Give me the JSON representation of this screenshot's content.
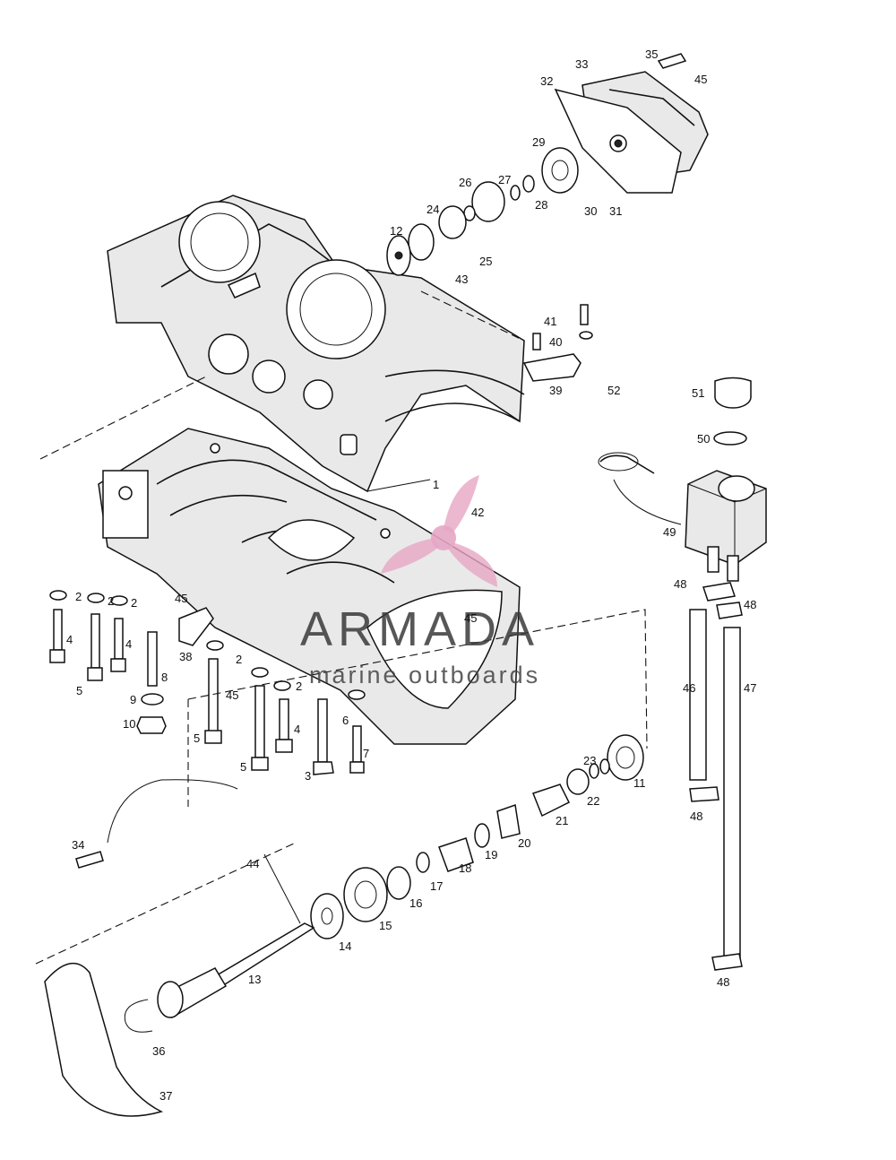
{
  "watermark": {
    "title": "ARMADA",
    "subtitle": "marine outboards",
    "logo_color": "#e6a6c4"
  },
  "callouts": {
    "c1": "1",
    "c2a": "2",
    "c2b": "2",
    "c2c": "2",
    "c2d": "2",
    "c2e": "2",
    "c3": "3",
    "c4a": "4",
    "c4b": "4",
    "c4c": "4",
    "c5a": "5",
    "c5b": "5",
    "c5c": "5",
    "c6": "6",
    "c7": "7",
    "c8": "8",
    "c9": "9",
    "c10": "10",
    "c11": "11",
    "c12": "12",
    "c13": "13",
    "c14": "14",
    "c15": "15",
    "c16": "16",
    "c17": "17",
    "c18": "18",
    "c19": "19",
    "c20": "20",
    "c21": "21",
    "c22": "22",
    "c23": "23",
    "c24": "24",
    "c25": "25",
    "c26": "26",
    "c27": "27",
    "c28": "28",
    "c29": "29",
    "c30": "30",
    "c31": "31",
    "c32": "32",
    "c33": "33",
    "c34": "34",
    "c35": "35",
    "c36": "36",
    "c37": "37",
    "c38": "38",
    "c39": "39",
    "c40": "40",
    "c41": "41",
    "c42": "42",
    "c43": "43",
    "c44": "44",
    "c45a": "45",
    "c45b": "45",
    "c45c": "45",
    "c45d": "45",
    "c46": "46",
    "c47": "47",
    "c48a": "48",
    "c48b": "48",
    "c48c": "48",
    "c48d": "48",
    "c49": "49",
    "c50": "50",
    "c51": "51",
    "c52": "52"
  }
}
